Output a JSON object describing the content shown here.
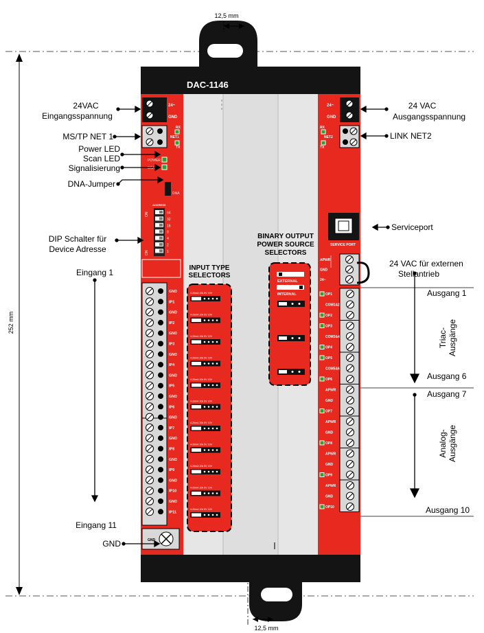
{
  "device": {
    "model": "DAC-1146",
    "dim_top": "12,5 mm",
    "dim_bottom": "12,5 mm",
    "dim_height": "252 mm"
  },
  "left_labels": {
    "power_in_1": "24VAC",
    "power_in_2": "Eingangsspannung",
    "net1": "MS/TP NET 1",
    "power_led": "Power LED",
    "scan_led": "Scan LED",
    "signal": "Signalisierung",
    "dna": "DNA-Jumper",
    "dip_1": "DIP Schalter für",
    "dip_2": "Device Adresse",
    "input_first": "Eingang 1",
    "input_last": "Eingang 11",
    "gnd": "GND"
  },
  "right_labels": {
    "power_out_1": "24 VAC",
    "power_out_2": "Ausgangsspannung",
    "net2": "LINK NET2",
    "serviceport": "Serviceport",
    "ext_1": "24 VAC für externen",
    "ext_2": "Stellantrieb",
    "out_1": "Ausgang 1",
    "out_6": "Ausgang 6",
    "out_7": "Ausgang 7",
    "out_10": "Ausgang 10",
    "triac": "Triac-\nAusgänge",
    "analog": "Analog-\nAusgänge"
  },
  "center_labels": {
    "input_type": "INPUT TYPE\nSELECTORS",
    "binary_output": "BINARY OUTPUT\nPOWER SOURCE\nSELECTORS",
    "external": "EXTERNAL",
    "internal": "INTERNAL",
    "selector_text": "4-20mA 10k 5V 10V"
  },
  "board_text": {
    "top_left": [
      "24~",
      "GND"
    ],
    "rx": "RX",
    "net1": "NET1",
    "tx": "TX",
    "power": "POWER",
    "scan": "SCAN",
    "dna": "DNA",
    "address": "ADDRESS",
    "on": "ON",
    "dip_values": [
      "64",
      "32",
      "16",
      "8",
      "4",
      "2",
      "1"
    ],
    "top_right": [
      "24~",
      "GND"
    ],
    "net2": "NET2",
    "service_port": "SERVICE PORT",
    "aux_power": [
      "APWR",
      "GND",
      "24~"
    ],
    "output_side": [
      "OP1",
      "COM1&2",
      "OP2",
      "OP3",
      "COM3&4",
      "OP4",
      "OP5",
      "COM5&6",
      "OP6",
      "APWR",
      "GND",
      "OP7",
      "APWR",
      "GND",
      "OP8",
      "APWR",
      "GND",
      "OP9",
      "APWR",
      "GND",
      "OP10"
    ],
    "input_side": [
      "GND",
      "IP1",
      "GND",
      "IP2",
      "GND",
      "IP3",
      "GND",
      "IP4",
      "GND",
      "IP5",
      "GND",
      "IP6",
      "GND",
      "IP7",
      "GND",
      "IP8",
      "GND",
      "IP9",
      "GND",
      "IP10",
      "GND",
      "IP11"
    ],
    "bottom_gnd": "GND"
  },
  "colors": {
    "red": "#e8291f",
    "black": "#141414",
    "grey_panel": "#dcdcdc",
    "terminal": "#d8d8d8"
  }
}
